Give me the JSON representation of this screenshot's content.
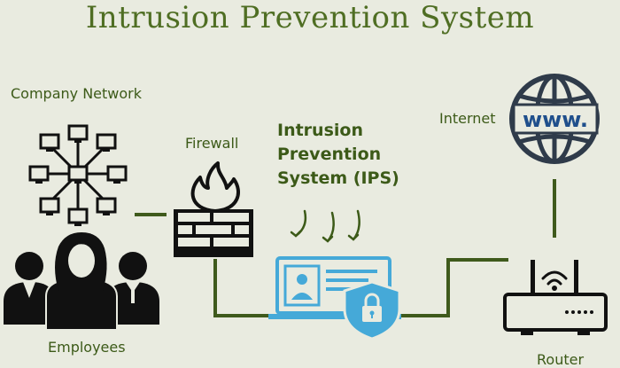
{
  "title": "Intrusion Prevention System",
  "labels": {
    "company_network": "Company Network",
    "firewall": "Firewall",
    "ips_line1": "Intrusion",
    "ips_line2": "Prevention",
    "ips_line3": "System (IPS)",
    "internet": "Internet",
    "www": "www.",
    "employees": "Employees",
    "router": "Router"
  },
  "colors": {
    "background": "#e9ebe0",
    "title": "#4f6e23",
    "label": "#3c5a18",
    "connector": "#3f5a1c",
    "device": "#45a9d8",
    "globe": "#2f3b4a",
    "www_text": "#1f4f8c",
    "dark": "#111111"
  }
}
